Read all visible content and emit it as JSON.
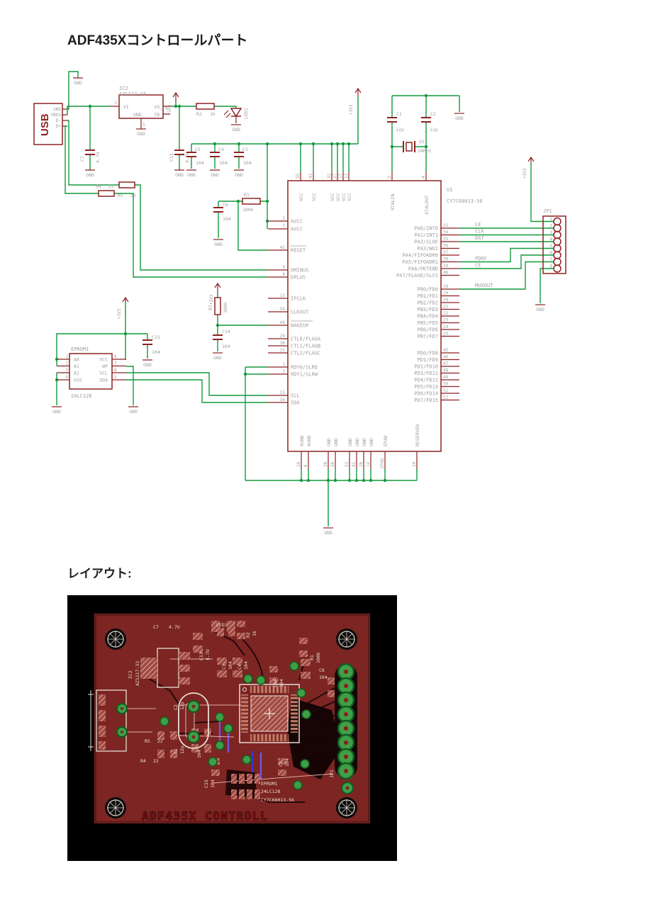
{
  "title": "ADF435Xコントロールパート",
  "layout_label": "レイアウト:",
  "gnd": "GND",
  "v33": "+3V3",
  "usb": {
    "ref": "USB",
    "p1": "GND",
    "p2": "VBUS",
    "p3": "D-",
    "p4": "D+"
  },
  "ic2": {
    "ref": "IC2",
    "value": "AZ1117-33",
    "vi": "VI",
    "vo": "VO",
    "gndp": "GND",
    "tb": "TB",
    "n_vi": "3",
    "n_tb": "4",
    "n_gnd": "1"
  },
  "c7": {
    "ref": "C7",
    "value": "4.7U"
  },
  "c13": {
    "ref": "C13",
    "value": "4.7U"
  },
  "r2": {
    "ref": "R2",
    "value": "1k"
  },
  "led1": {
    "ref": "LED1"
  },
  "c5": {
    "ref": "C5",
    "value": "104"
  },
  "c4": {
    "ref": "C4",
    "value": "104"
  },
  "c3": {
    "ref": "C3",
    "value": "104"
  },
  "r4": {
    "ref": "R4",
    "value": "22"
  },
  "r5": {
    "ref": "R5",
    "value": "22"
  },
  "r1": {
    "ref": "R1",
    "value": "100k"
  },
  "c6": {
    "ref": "C6",
    "value": "104"
  },
  "c1": {
    "ref": "C1",
    "value": "12p"
  },
  "c2": {
    "ref": "C2",
    "value": "12p"
  },
  "q1": {
    "ref": "Q1",
    "value": "24MHz"
  },
  "r7": {
    "ref": "R7",
    "value": "100k"
  },
  "c14": {
    "ref": "C14",
    "value": "104"
  },
  "c15": {
    "ref": "C15",
    "value": "104"
  },
  "eprom": {
    "ref": "EPROM1",
    "value": "24LC128",
    "a0": "A0",
    "a1": "A1",
    "a2": "A2",
    "vss": "VSS",
    "vcc": "VCC",
    "wp": "WP",
    "scl": "SCL",
    "sda": "SDA",
    "n1": "1",
    "n2": "2",
    "n3": "3",
    "n4": "4",
    "n5": "5",
    "n6": "6",
    "n7": "7",
    "n8": "8"
  },
  "u1": {
    "ref": "U1",
    "value": "CY7C68013-56",
    "top": [
      {
        "n": "55",
        "name": "VCC"
      },
      {
        "n": "43",
        "name": "VCC"
      },
      {
        "n": "32",
        "name": "VCC"
      },
      {
        "n": "27",
        "name": "VCC"
      },
      {
        "n": "17",
        "name": "VCC"
      },
      {
        "n": "11",
        "name": "VCC"
      },
      {
        "n": "5",
        "name": "XTALIN"
      },
      {
        "n": "4",
        "name": "XTALOUT"
      }
    ],
    "left": [
      {
        "n": "3",
        "name": "AVCC"
      },
      {
        "n": "7",
        "name": "AVCC"
      },
      {
        "n": "42",
        "name": "RESET"
      },
      {
        "n": "9",
        "name": "DMINUS"
      },
      {
        "n": "8",
        "name": "DPLUS"
      },
      {
        "n": "13",
        "name": "IFCLK"
      },
      {
        "n": "54",
        "name": "CLKOUT"
      },
      {
        "n": "44",
        "name": "WAKEUP"
      },
      {
        "n": "29",
        "name": "CTL0/FLAGA"
      },
      {
        "n": "30",
        "name": "CTL1/FLAGB"
      },
      {
        "n": "31",
        "name": "CTL2/FLAGC"
      },
      {
        "n": "1",
        "name": "RDY0/SLRD"
      },
      {
        "n": "2",
        "name": "RDY1/SLRW"
      },
      {
        "n": "15",
        "name": "SCL"
      },
      {
        "n": "16",
        "name": "SDA"
      }
    ],
    "right": [
      {
        "n": "33",
        "name": "PA0/INT0"
      },
      {
        "n": "34",
        "name": "PA1/INT1"
      },
      {
        "n": "35",
        "name": "PA2/SLOE"
      },
      {
        "n": "36",
        "name": "PA3/WU2"
      },
      {
        "n": "37",
        "name": "PA4/FIFOADR0"
      },
      {
        "n": "38",
        "name": "PA5/FIFOADR1"
      },
      {
        "n": "39",
        "name": "PA6/PKTEND"
      },
      {
        "n": "40",
        "name": "PA7/FLAGD/SLCS"
      },
      {
        "n": "18",
        "name": "PB0/FD0"
      },
      {
        "n": "19",
        "name": "PB1/FD1"
      },
      {
        "n": "20",
        "name": "PB2/FD2"
      },
      {
        "n": "21",
        "name": "PB3/FD3"
      },
      {
        "n": "22",
        "name": "PB4/FD4"
      },
      {
        "n": "23",
        "name": "PB5/FD5"
      },
      {
        "n": "24",
        "name": "PB6/FD6"
      },
      {
        "n": "25",
        "name": "PB7/FD7"
      },
      {
        "n": "45",
        "name": "PD0/FD8"
      },
      {
        "n": "46",
        "name": "PD1/FD9"
      },
      {
        "n": "47",
        "name": "PD2/FD10"
      },
      {
        "n": "48",
        "name": "PD3/FD11"
      },
      {
        "n": "49",
        "name": "PD4/FD12"
      },
      {
        "n": "50",
        "name": "PD5/FD13"
      },
      {
        "n": "51",
        "name": "PD6/FD14"
      },
      {
        "n": "52",
        "name": "PD7/FD15"
      }
    ],
    "bottom": [
      {
        "n": "10",
        "name": "AGND"
      },
      {
        "n": "6",
        "name": "AGND"
      },
      {
        "n": "28",
        "name": "GND"
      },
      {
        "n": "56",
        "name": "GND"
      },
      {
        "n": "53",
        "name": "GND"
      },
      {
        "n": "41",
        "name": "GND"
      },
      {
        "n": "26",
        "name": "GND"
      },
      {
        "n": "12",
        "name": "GND"
      },
      {
        "n": "EPAD",
        "name": "EPAD"
      },
      {
        "n": "14",
        "name": "RESERVED"
      }
    ]
  },
  "jp1": {
    "ref": "JP1",
    "pins": [
      "1",
      "2",
      "3",
      "4",
      "5",
      "6",
      "7",
      "8"
    ]
  },
  "nets": {
    "le": "LE",
    "clk": "CLK",
    "dat": "DAT",
    "pdrf": "PDRF",
    "ce": "CE",
    "muxout": "MUXOUT"
  },
  "pcb": {
    "board_title": "ADF435X CONTROLL"
  }
}
